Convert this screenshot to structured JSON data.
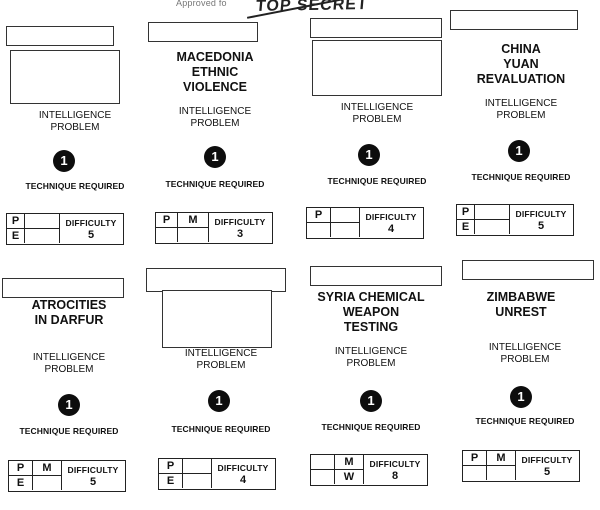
{
  "header": {
    "faint_text": "Approved fo",
    "stamp": "TOP SECRET"
  },
  "cards": [
    {
      "title": "",
      "problem": "INTELLIGENCE\nPROBLEM",
      "badge": "1",
      "technique": "TECHNIQUE REQUIRED",
      "grid": [
        [
          "P",
          ""
        ],
        [
          "E",
          ""
        ]
      ],
      "difficulty_label": "DIFFICULTY",
      "difficulty": "5"
    },
    {
      "title": "MACEDONIA\nETHNIC\nVIOLENCE",
      "problem": "INTELLIGENCE\nPROBLEM",
      "badge": "1",
      "technique": "TECHNIQUE REQUIRED",
      "grid": [
        [
          "P",
          "M"
        ],
        [
          "",
          ""
        ]
      ],
      "difficulty_label": "DIFFICULTY",
      "difficulty": "3"
    },
    {
      "title": "",
      "problem": "INTELLIGENCE\nPROBLEM",
      "badge": "1",
      "technique": "TECHNIQUE REQUIRED",
      "grid": [
        [
          "P",
          ""
        ],
        [
          "",
          ""
        ]
      ],
      "difficulty_label": "DIFFICULTY",
      "difficulty": "4"
    },
    {
      "title": "CHINA\nYUAN\nREVALUATION",
      "problem": "INTELLIGENCE\nPROBLEM",
      "badge": "1",
      "technique": "TECHNIQUE REQUIRED",
      "grid": [
        [
          "P",
          ""
        ],
        [
          "E",
          ""
        ]
      ],
      "difficulty_label": "DIFFICULTY",
      "difficulty": "5"
    },
    {
      "title": "ATROCITIES\nIN DARFUR",
      "problem": "INTELLIGENCE\nPROBLEM",
      "badge": "1",
      "technique": "TECHNIQUE REQUIRED",
      "grid": [
        [
          "P",
          "M"
        ],
        [
          "E",
          ""
        ]
      ],
      "difficulty_label": "DIFFICULTY",
      "difficulty": "5"
    },
    {
      "title": "",
      "problem": "INTELLIGENCE\nPROBLEM",
      "badge": "1",
      "technique": "TECHNIQUE REQUIRED",
      "grid": [
        [
          "P",
          ""
        ],
        [
          "E",
          ""
        ]
      ],
      "difficulty_label": "DIFFICULTY",
      "difficulty": "4"
    },
    {
      "title": "SYRIA CHEMICAL\nWEAPON\nTESTING",
      "problem": "INTELLIGENCE\nPROBLEM",
      "badge": "1",
      "technique": "TECHNIQUE REQUIRED",
      "grid": [
        [
          "",
          "M"
        ],
        [
          "",
          "W"
        ]
      ],
      "difficulty_label": "DIFFICULTY",
      "difficulty": "8"
    },
    {
      "title": "ZIMBABWE\nUNREST",
      "problem": "INTELLIGENCE\nPROBLEM",
      "badge": "1",
      "technique": "TECHNIQUE REQUIRED",
      "grid": [
        [
          "P",
          "M"
        ],
        [
          "",
          ""
        ]
      ],
      "difficulty_label": "DIFFICULTY",
      "difficulty": "5"
    }
  ]
}
